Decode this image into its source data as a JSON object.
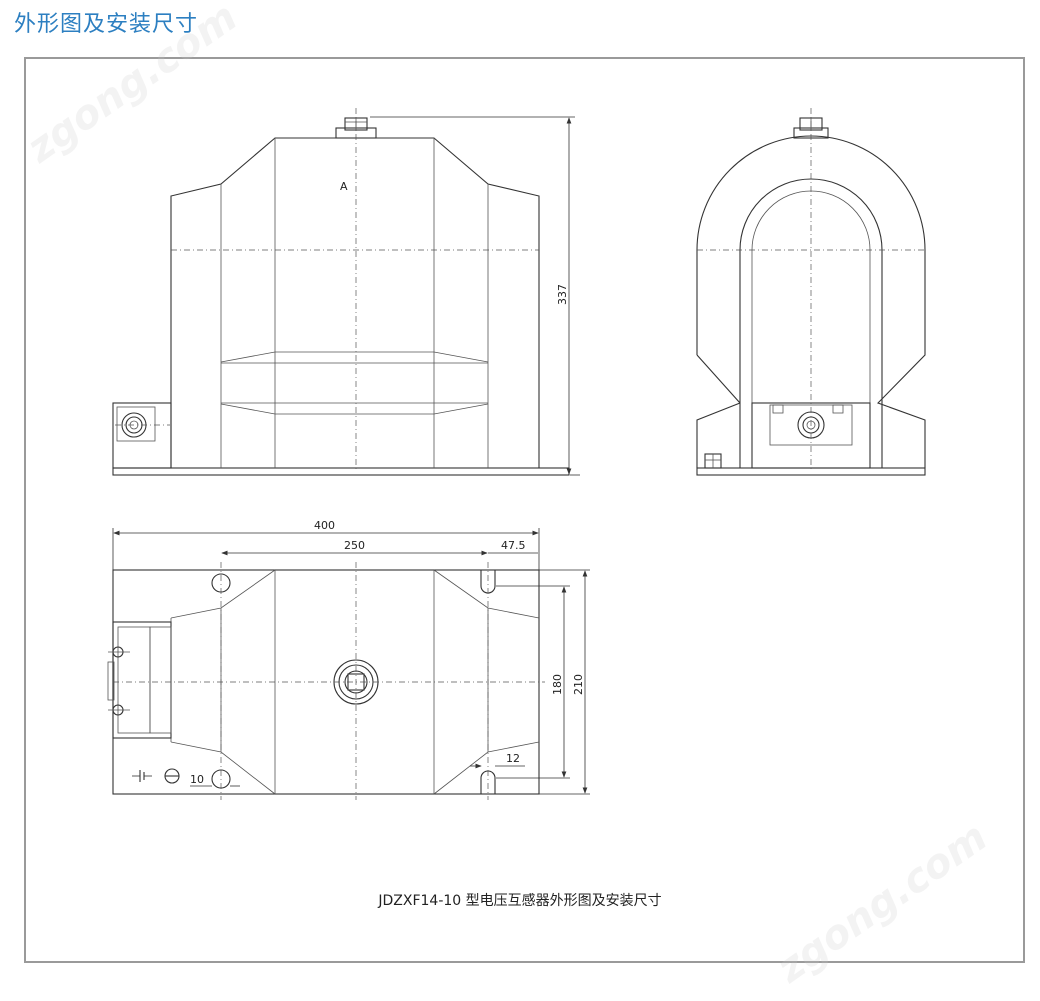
{
  "heading": "外形图及安装尺寸",
  "caption": "JDZXF14-10 型电压互感器外形图及安装尺寸",
  "watermark": "zgong.com",
  "labels": {
    "view_label": "A",
    "ground_symbol": "⊣⊢ ⊖"
  },
  "dimensions": {
    "height": "337",
    "length": "400",
    "hole_spacing": "250",
    "edge_offset": "47.5",
    "hole_pitch_inner": "180",
    "width": "210",
    "slot_width_right": "12",
    "slot_width_left": "10"
  },
  "colors": {
    "heading": "#2c7fc1",
    "line": "#333333",
    "frame": "#9a9a9a"
  }
}
